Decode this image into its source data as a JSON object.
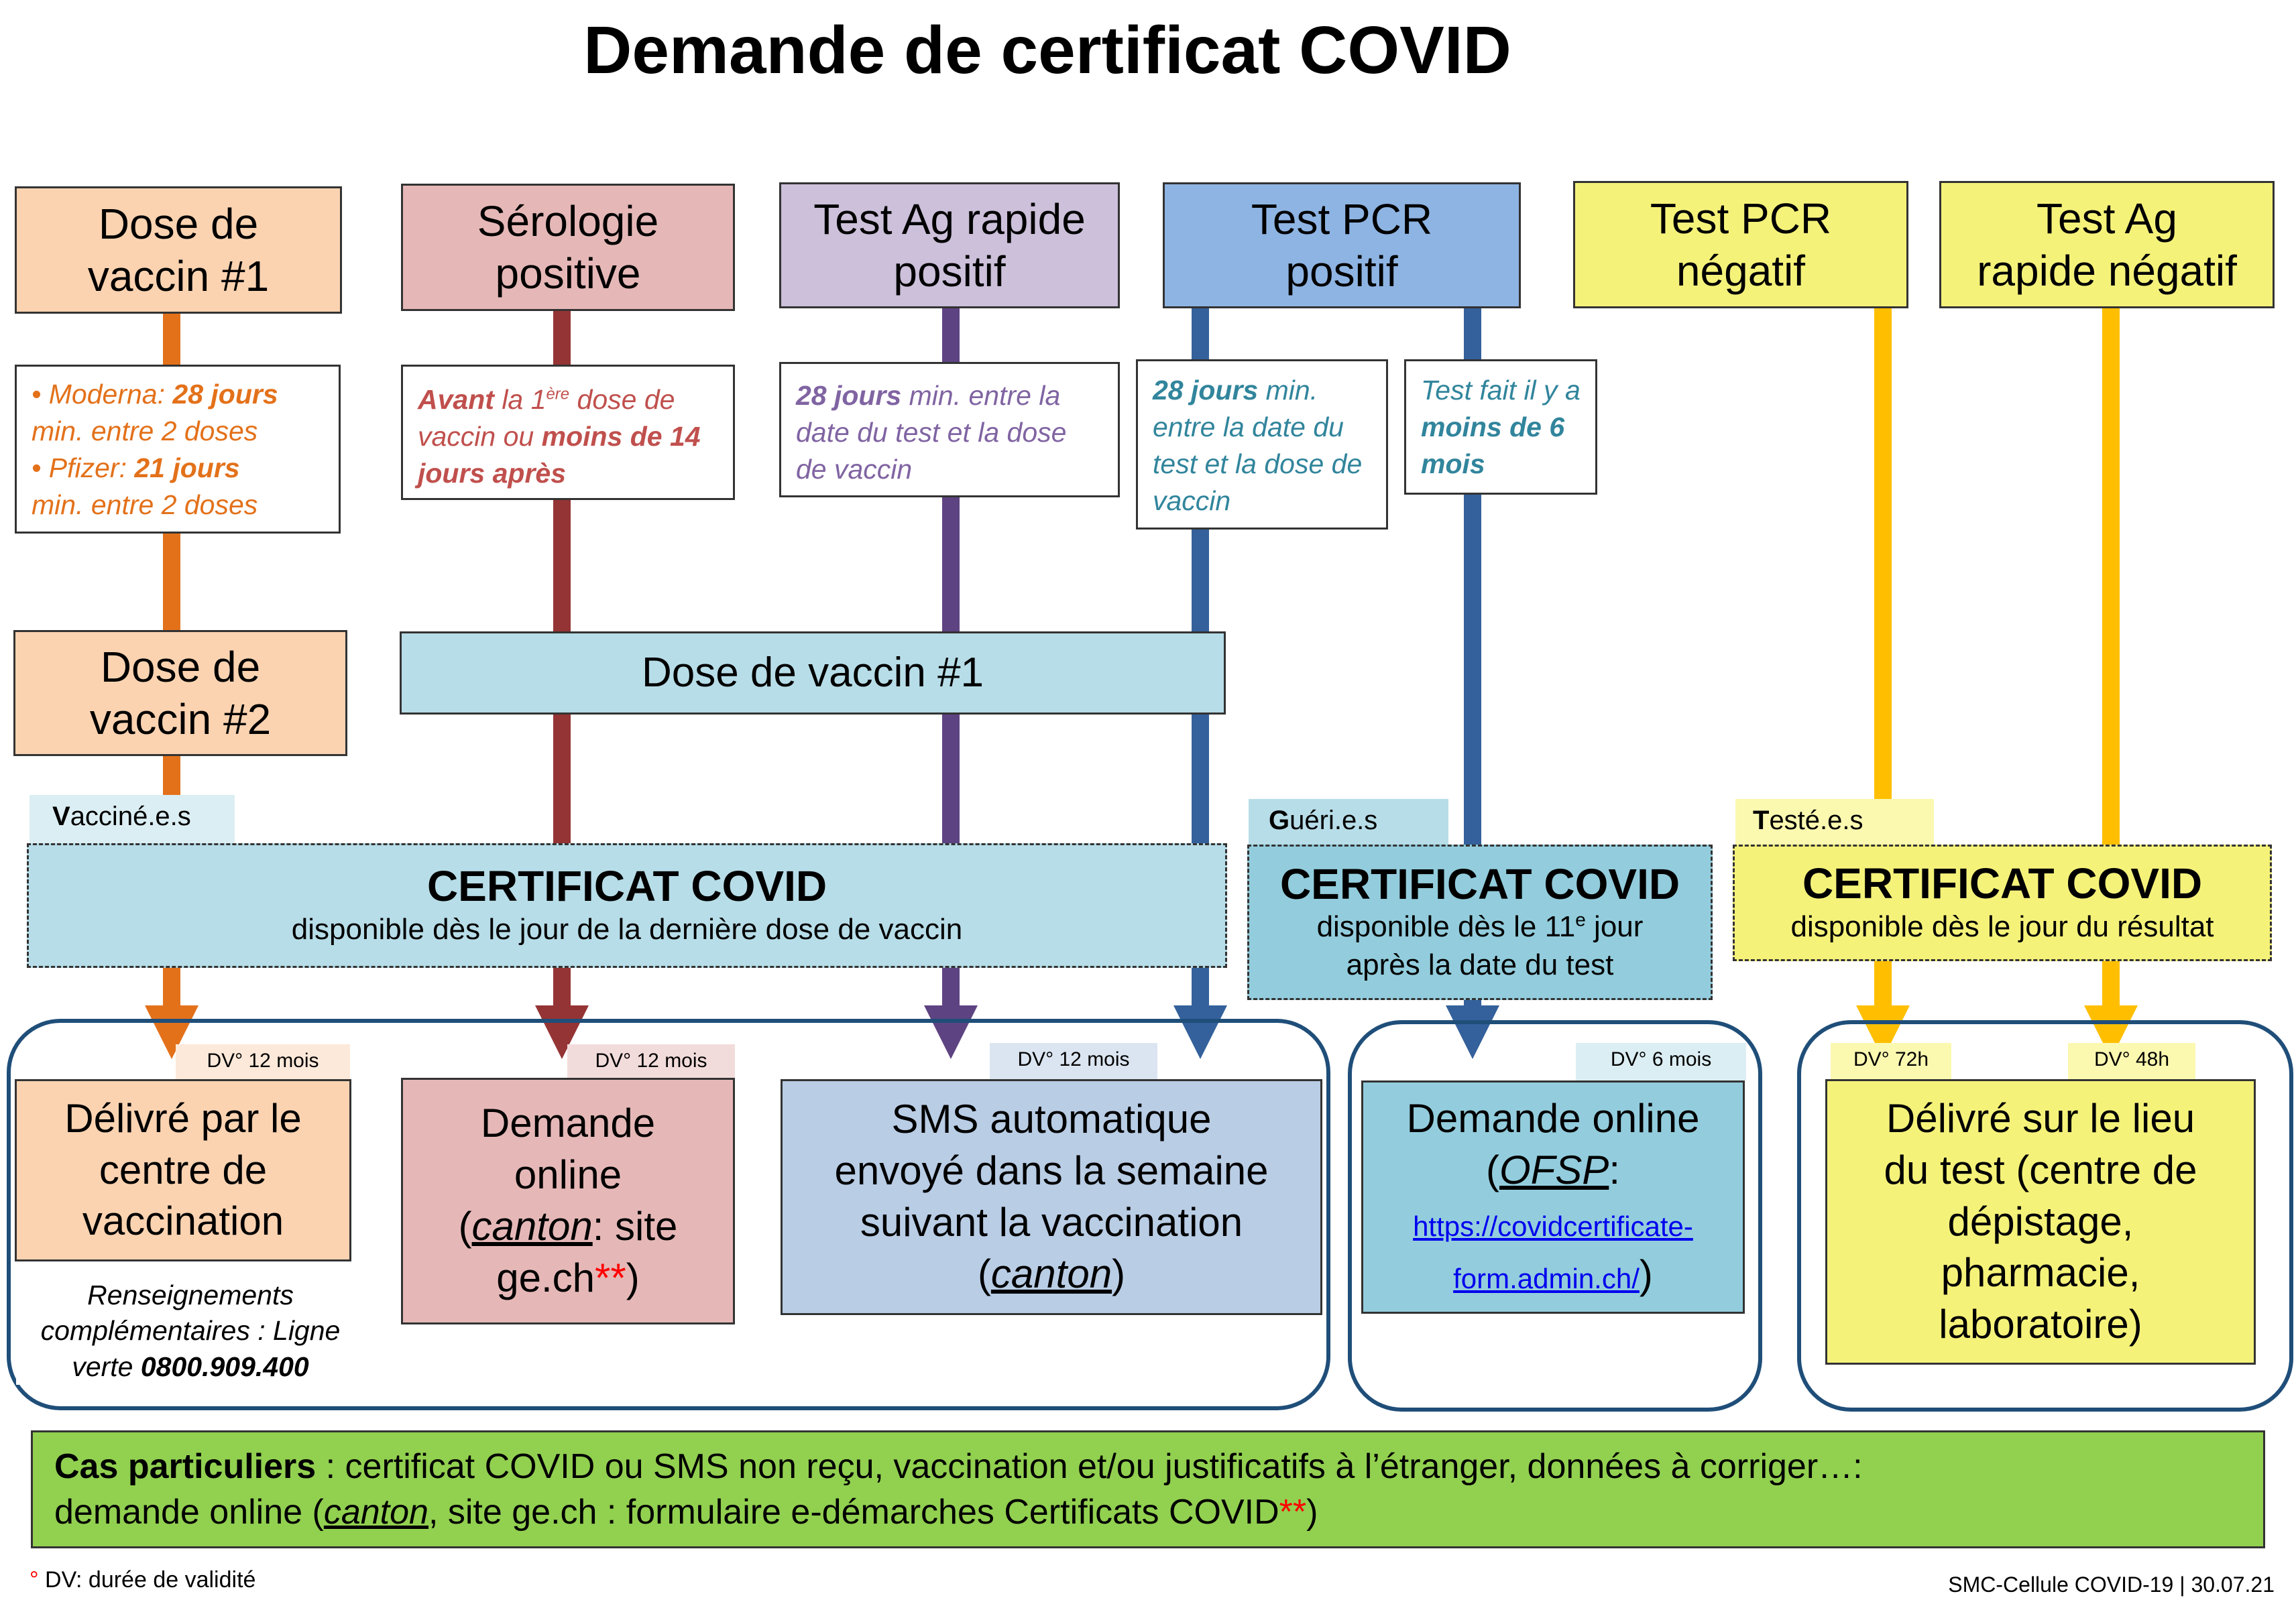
{
  "title": "Demande de certificat COVID",
  "colors": {
    "orange": "#e3711a",
    "darkred": "#953434",
    "purple": "#5e4382",
    "blue": "#34619b",
    "yellow": "#ffbf00",
    "groupBorder": "#1f4e79",
    "lightblue": "#b7dde8",
    "green": "#92d050"
  },
  "sources": {
    "vaccin1": {
      "line1": "Dose de",
      "line2": "vaccin #1"
    },
    "serologie": {
      "line1": "Sérologie",
      "line2": "positive"
    },
    "ag_pos": {
      "line1": "Test Ag rapide",
      "line2": "positif"
    },
    "pcr_pos": {
      "line1": "Test PCR",
      "line2": "positif"
    },
    "pcr_neg": {
      "line1": "Test PCR",
      "line2": "négatif"
    },
    "ag_neg": {
      "line1": "Test Ag",
      "line2": "rapide négatif"
    }
  },
  "notes": {
    "vaccin": {
      "bullet": "•",
      "moderna": "Moderna:",
      "moderna_days": "28 jours",
      "moderna_tail": "min. entre 2 doses",
      "pfizer": "Pfizer:",
      "pfizer_days": "21 jours",
      "pfizer_tail": "min. entre 2 doses"
    },
    "serologie": {
      "avant": "Avant",
      "la": "la 1",
      "sup": "ère",
      "dose": "dose de vaccin ou",
      "moins": "moins de 14 jours après"
    },
    "ag": {
      "days": "28 jours",
      "text": "min. entre la date du test et la dose de vaccin"
    },
    "pcr": {
      "days": "28 jours",
      "text": "min. entre la date du test et la dose de vaccin"
    },
    "pcr_6mois": {
      "pre": "Test fait il y a",
      "bold": "moins de 6 mois"
    }
  },
  "middle": {
    "vaccin2_line1": "Dose de",
    "vaccin2_line2": "vaccin #2",
    "vaccin1_wide": "Dose de vaccin #1"
  },
  "tags": {
    "vaccines": {
      "first": "V",
      "rest": "acciné.e.s"
    },
    "gueris": {
      "first": "G",
      "rest": "uéri.e.s"
    },
    "testes": {
      "first": "T",
      "rest": "esté.e.s"
    }
  },
  "certs": {
    "vaccines": {
      "heading": "CERTIFICAT COVID",
      "sub": "disponible dès le jour de la dernière dose de vaccin"
    },
    "gueris": {
      "heading": "CERTIFICAT COVID",
      "sub_pre": "disponible dès le 11",
      "sup": "e",
      "sub_post": " jour",
      "sub2": "après la date du test"
    },
    "testes": {
      "heading": "CERTIFICAT COVID",
      "sub": "disponible dès le jour du résultat"
    }
  },
  "dv": {
    "d1": {
      "deg": "DV°",
      "val": "12 mois"
    },
    "d2": {
      "deg": "DV°",
      "val": "12 mois"
    },
    "d3": {
      "deg": "DV°",
      "val": "12 mois"
    },
    "d4": {
      "deg": "DV°",
      "val": "6 mois"
    },
    "d5": {
      "deg": "DV°",
      "val": "72h"
    },
    "d6": {
      "deg": "DV°",
      "val": "48h"
    }
  },
  "delivery": {
    "centre": {
      "line1": "Délivré par le",
      "line2": "centre de",
      "line3": "vaccination"
    },
    "online_canton": {
      "line1": "Demande",
      "line2": "online",
      "open": "(",
      "canton": "canton",
      "site": ": site",
      "domain": "ge.ch",
      "stars": "**",
      "close": ")"
    },
    "sms": {
      "line1": "SMS automatique",
      "line2": "envoyé dans la semaine",
      "line3": "suivant la vaccination",
      "open": "(",
      "canton": "canton",
      "close": ")"
    },
    "ofsp": {
      "line1": "Demande online",
      "open": "(",
      "ofsp": "OFSP",
      "colon": ":",
      "url1": "https://covidcertificate-",
      "url2": "form.admin.ch/",
      "close": ")"
    },
    "lieu": {
      "line1": "Délivré sur le lieu",
      "line2": "du test (centre de",
      "line3": "dépistage,",
      "line4": "pharmacie,",
      "line5": "laboratoire)"
    }
  },
  "renseignements": {
    "line1": "Renseignements",
    "line2": "complémentaires : Ligne",
    "line3": "verte",
    "phone": "0800.909.400"
  },
  "cas": {
    "bold": "Cas particuliers",
    "text": " : certificat COVID ou SMS non reçu, vaccination et/ou justificatifs à l’étranger, données à corriger…:",
    "line2_pre": "demande online (",
    "canton": "canton",
    "line2_post": ", site ge.ch : formulaire e-démarches Certificats COVID",
    "stars": "**",
    "close": ")"
  },
  "footnote": {
    "deg": "°",
    "text": " DV: durée de validité"
  },
  "footer": "SMC-Cellule COVID-19 | 30.07.21"
}
